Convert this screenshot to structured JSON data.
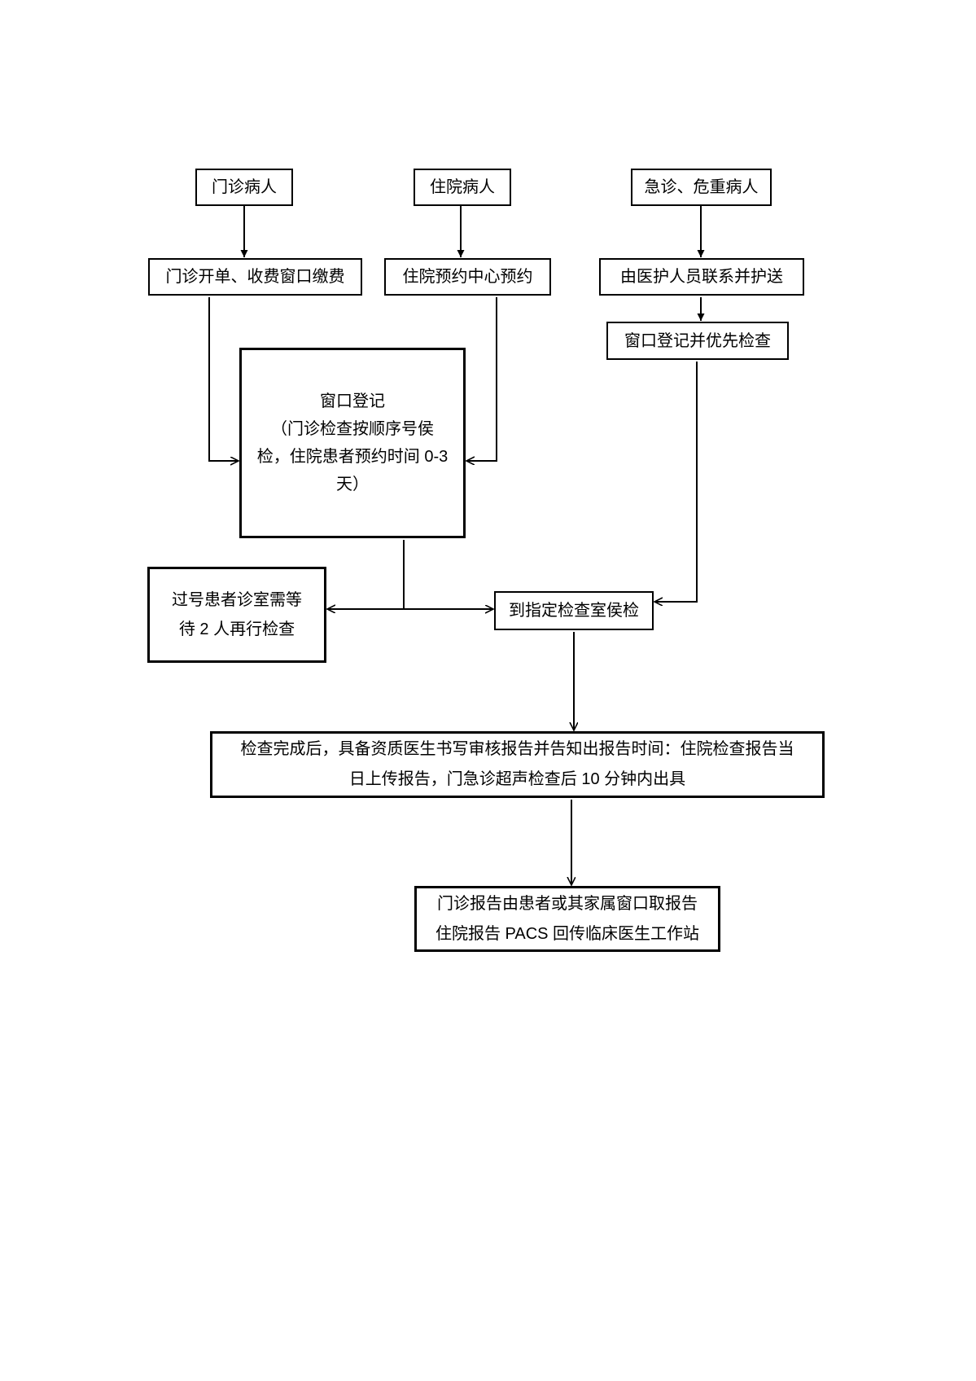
{
  "page": {
    "background_color": "#ffffff",
    "line_color": "#000000",
    "text_color": "#000000"
  },
  "flowchart": {
    "nodes": {
      "outpatient": {
        "label": "门诊病人"
      },
      "inpatient": {
        "label": "住院病人"
      },
      "emergency": {
        "label": "急诊、危重病人"
      },
      "outpatient_order": {
        "label": "门诊开单、收费窗口缴费"
      },
      "inpatient_booking": {
        "label": "住院预约中心预约"
      },
      "escort": {
        "label": "由医护人员联系并护送"
      },
      "priority_register": {
        "label": "窗口登记并优先检查"
      },
      "window_register": {
        "lines": [
          "窗口登记",
          "（门诊检查按顺序号侯",
          "检，住院患者预约时间 0-3",
          "天）"
        ]
      },
      "missed_number": {
        "lines": [
          "过号患者诊室需等",
          "待 2 人再行检查"
        ]
      },
      "exam_room_wait": {
        "label": "到指定检查室侯检"
      },
      "report_issue": {
        "lines": [
          "检查完成后，具备资质医生书写审核报告并告知出报告时间：住院检查报告当",
          "日上传报告，门急诊超声检查后 10 分钟内出具"
        ]
      },
      "report_delivery": {
        "lines": [
          "门诊报告由患者或其家属窗口取报告",
          "住院报告 PACS 回传临床医生工作站"
        ]
      }
    }
  }
}
